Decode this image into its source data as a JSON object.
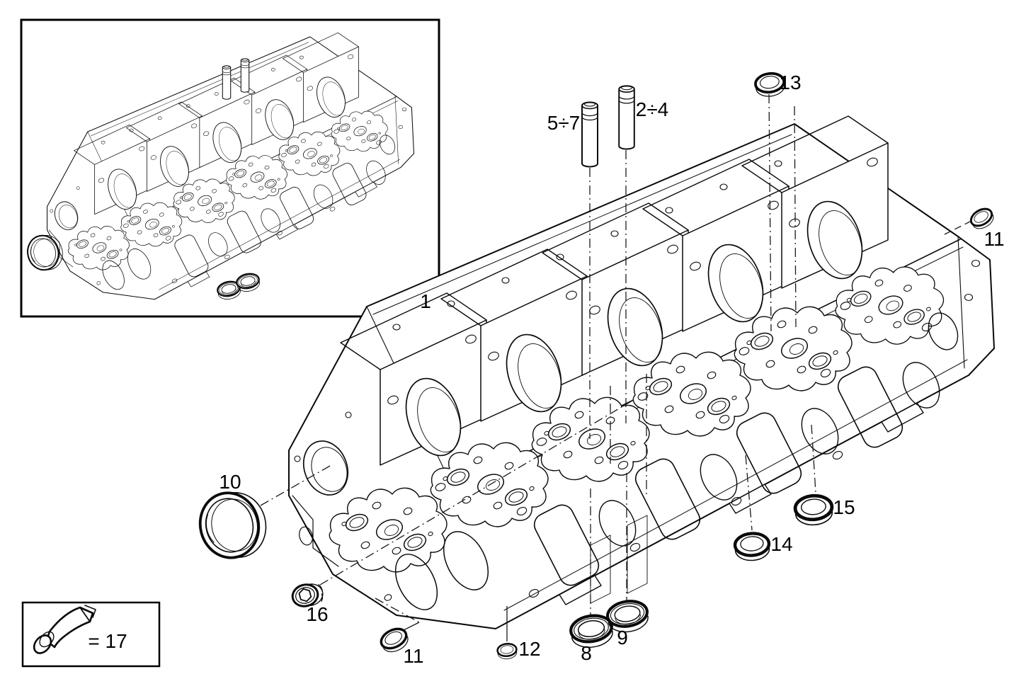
{
  "figure": {
    "background_color": "#ffffff",
    "line_color": "#0a0a0a",
    "callouts": {
      "inset_assembly": "1",
      "valve_guides_a": "5÷7",
      "valve_guides_b": "2÷4",
      "seat_ring_a": "8",
      "seat_ring_b": "9",
      "sleeve": "10",
      "plug_right": "11",
      "plug_front": "11",
      "plug_small": "12",
      "plug_top": "13",
      "plug_low_a": "14",
      "plug_low_b": "15",
      "threaded_plug": "16",
      "sealant": "= 17"
    }
  }
}
